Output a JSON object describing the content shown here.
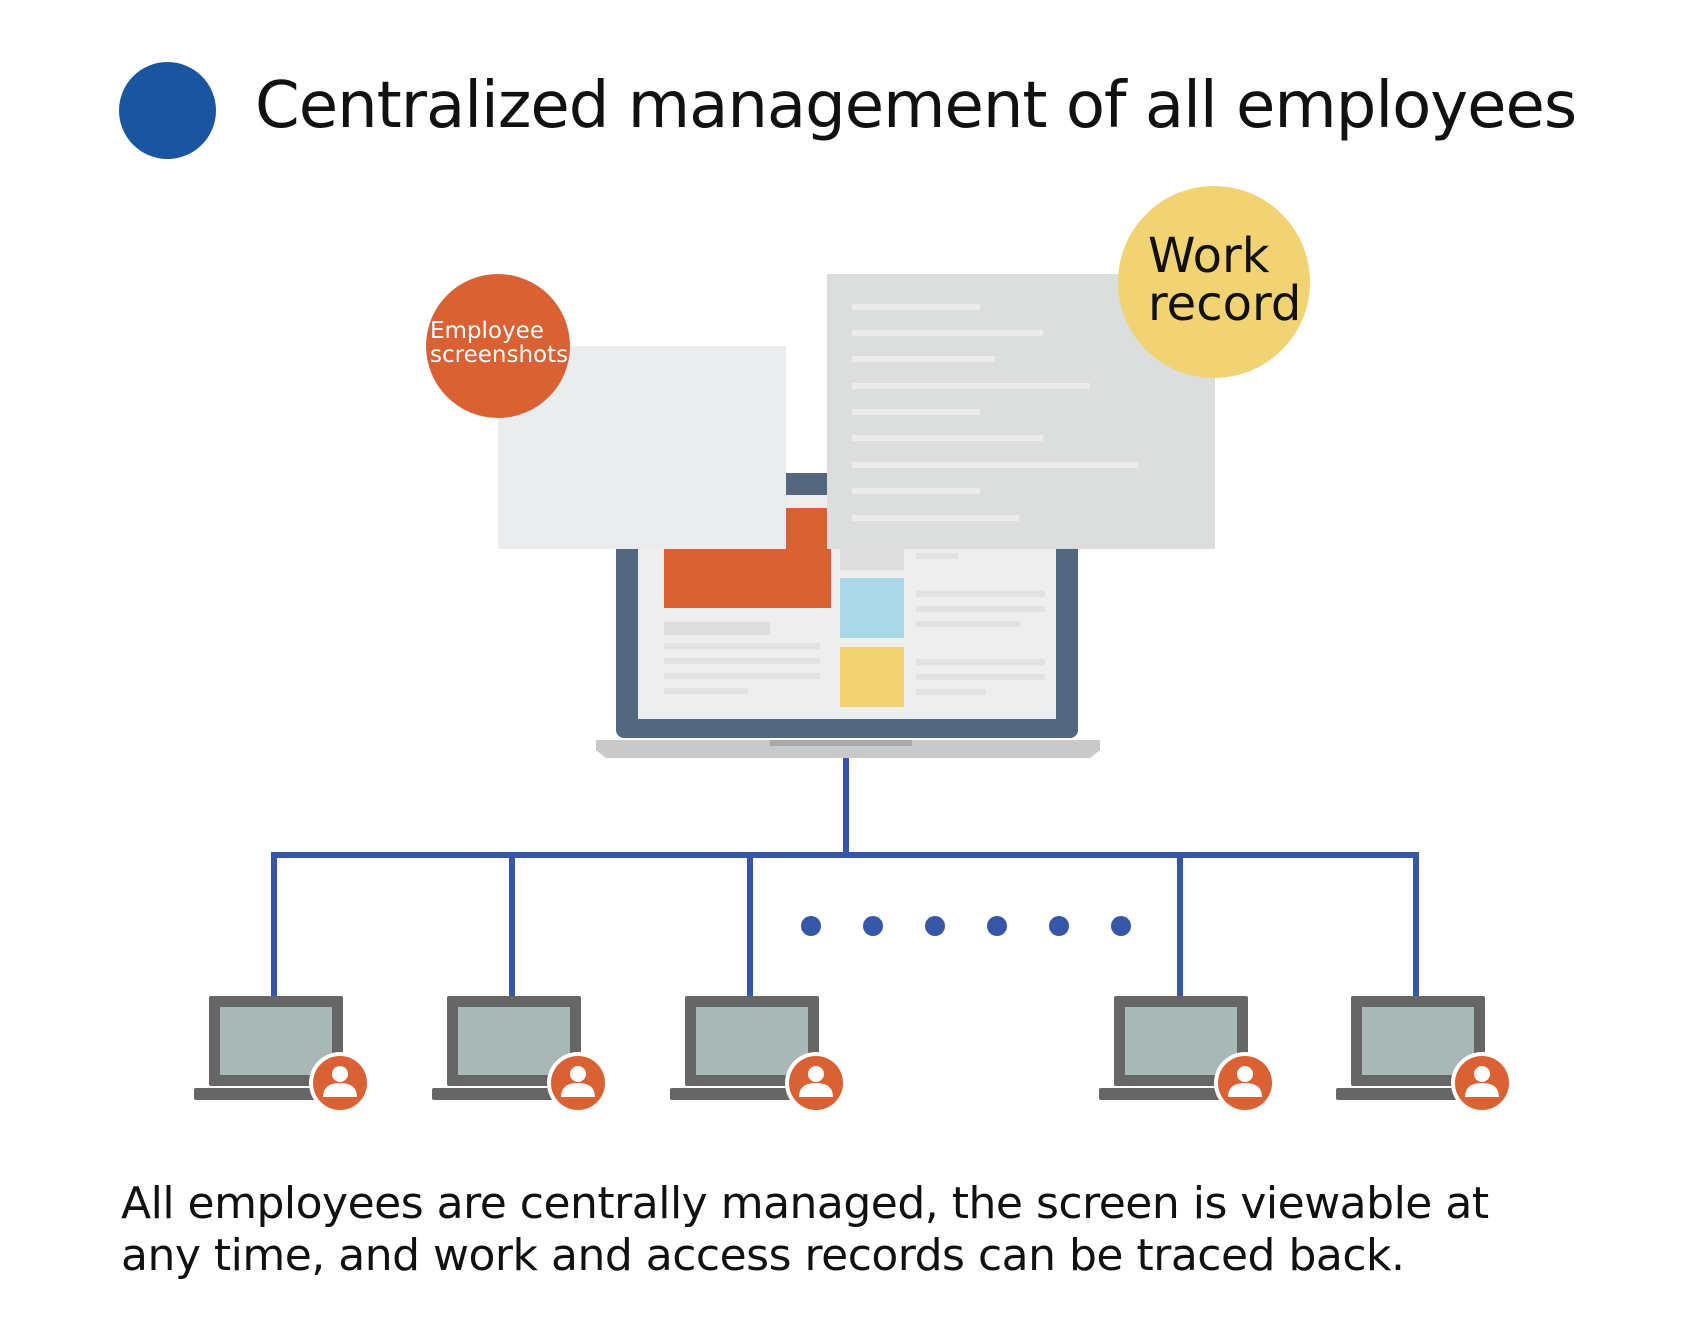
{
  "title": "Centralized management of all employees",
  "colors": {
    "title_dot": "#1a56a0",
    "network_line": "#3656a8",
    "accent_orange": "#d96133",
    "accent_yellow": "#f2d373",
    "accent_blue": "#acd9e8",
    "laptop_frame": "#536781",
    "client_frame": "#666666",
    "client_screen": "#a7b8b6"
  },
  "badges": {
    "screenshots": {
      "line1": "Employee",
      "line2": "screenshots"
    },
    "work_record": {
      "line1": "Work",
      "line2": "record"
    }
  },
  "icons": [
    "user-icon",
    "laptop-icon",
    "document-icon",
    "ellipsis-dots"
  ],
  "caption": {
    "line1": "All employees are centrally managed, the screen is viewable at",
    "line2": "any time, and work and access records can be traced back."
  }
}
